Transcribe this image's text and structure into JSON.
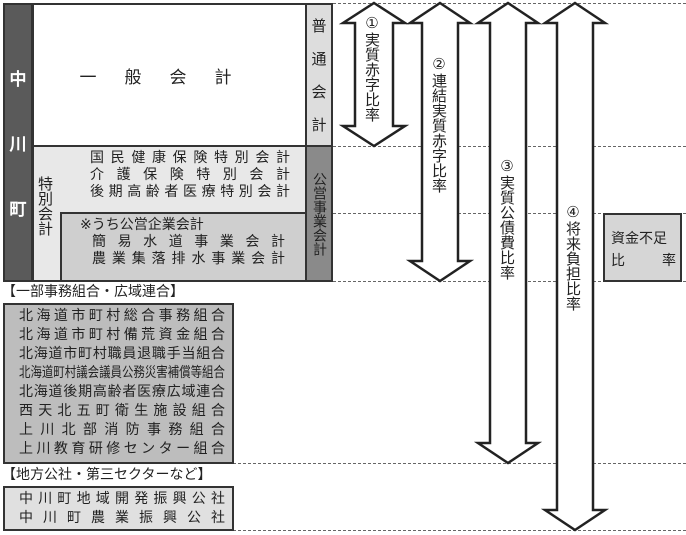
{
  "town": {
    "name_chars": [
      "中",
      "川",
      "町"
    ]
  },
  "general_account": "一般会計",
  "ordinary_account_chars": [
    "普",
    "通",
    "会",
    "計"
  ],
  "public_enterprise_account": "公営事業会計",
  "special_account": {
    "label": "特別会計",
    "items": [
      "国民健康保険特別会計",
      "介護保険特別会計",
      "後期高齢者医療特別会計"
    ],
    "enterprise_heading": "※うち公営企業会計",
    "enterprise_items": [
      "簡易水道事業会計",
      "農業集落排水事業会計"
    ]
  },
  "ratios": [
    {
      "number": "①",
      "label": "実質赤字比率"
    },
    {
      "number": "②",
      "label": "連結実質赤字比率"
    },
    {
      "number": "③",
      "label": "実質公債費比率"
    },
    {
      "number": "④",
      "label": "将来負担比率"
    }
  ],
  "shortage_ratio": {
    "line1": "資金不足",
    "line2a": "比",
    "line2b": "率"
  },
  "associations": {
    "heading": "【一部事務組合・広域連合】",
    "items": [
      "北海道市町村総合事務組合",
      "北海道市町村備荒資金組合",
      "北海道市町村職員退職手当組合",
      "北海道町村議会議員公務災害補償等組合",
      "北海道後期高齢者医療広域連合",
      "西天北五町衛生施設組合",
      "上川北部消防事務組合",
      "上川教育研修センター組合"
    ]
  },
  "corporations": {
    "heading": "【地方公社・第三セクターなど】",
    "items": [
      "中川町地域開発振興公社",
      "中川町農業振興公社"
    ]
  }
}
